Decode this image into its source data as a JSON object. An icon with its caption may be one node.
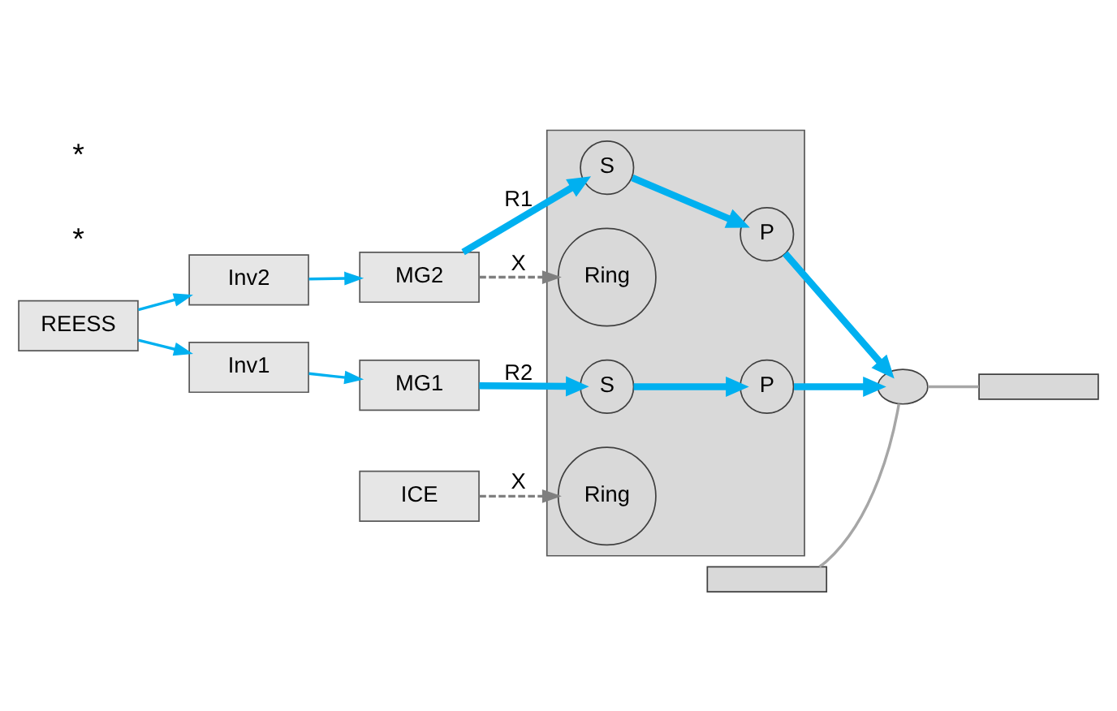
{
  "diagram": {
    "nodes": [
      {
        "text": [
          "REESS"
        ]
      },
      {
        "text": [
          "ICE"
        ]
      },
      {
        "text": [
          "Inv2"
        ]
      },
      {
        "text": [
          "MG2"
        ]
      },
      {
        "text": [
          "Inv1"
        ]
      },
      {
        "text": [
          "MG1"
        ]
      },
      {
        "text": [],
        "shape": "trapezoid"
      },
      {
        "text": [
          "Ring"
        ],
        "in": 6
      },
      {
        "text": [
          "P"
        ],
        "in": 6
      },
      {
        "text": [
          "S"
        ],
        "in": 6
      },
      {
        "text": [
          "Ring"
        ],
        "in": 6
      },
      {
        "text": [
          "P"
        ],
        "in": 6
      },
      {
        "text": [
          "S"
        ],
        "in": 6
      },
      {
        "text": [],
        "shape": "box"
      },
      {
        "text": [],
        "shape": "circle"
      },
      {
        "text": [],
        "shape": "box"
      }
    ],
    "edges": [
      {
        "from": 0,
        "to": 2,
        "arrow": "to"
      },
      {
        "from": 0,
        "to": 4,
        "arrow": "to"
      },
      {
        "from": 2,
        "to": 3,
        "arrow": "to"
      },
      {
        "from": 4,
        "to": 5,
        "arrow": "to"
      },
      {
        "from": 1,
        "to": 7,
        "arrow": "to",
        "label": "X",
        "style": "dashed",
        "color": "#7f7f7f"
      },
      {
        "from": 3,
        "to": 9,
        "arrow": "to",
        "label": "R1",
        "style": "thick"
      },
      {
        "from": 3,
        "to": 10,
        "arrow": "to",
        "label": "X",
        "style": "dashed",
        "color": "#7f7f7f"
      },
      {
        "from": 5,
        "to": 12,
        "arrow": "to",
        "label": "R2",
        "style": "thick"
      },
      {
        "from": 9,
        "to": 8,
        "arrow": "to",
        "style": "thick"
      },
      {
        "from": 12,
        "to": 11,
        "arrow": "to",
        "style": "thick"
      },
      {
        "from": 8,
        "to": 14,
        "arrow": "to",
        "style": "thick"
      },
      {
        "from": 11,
        "to": 14,
        "arrow": "to",
        "style": "thick"
      },
      {
        "from": 13,
        "to": 14,
        "arrow": "none",
        "color": "#a6a6a6"
      },
      {
        "from": 14,
        "to": 15,
        "arrow": "none",
        "color": "#a6a6a6"
      }
    ],
    "labels": [
      "*",
      "*"
    ]
  }
}
